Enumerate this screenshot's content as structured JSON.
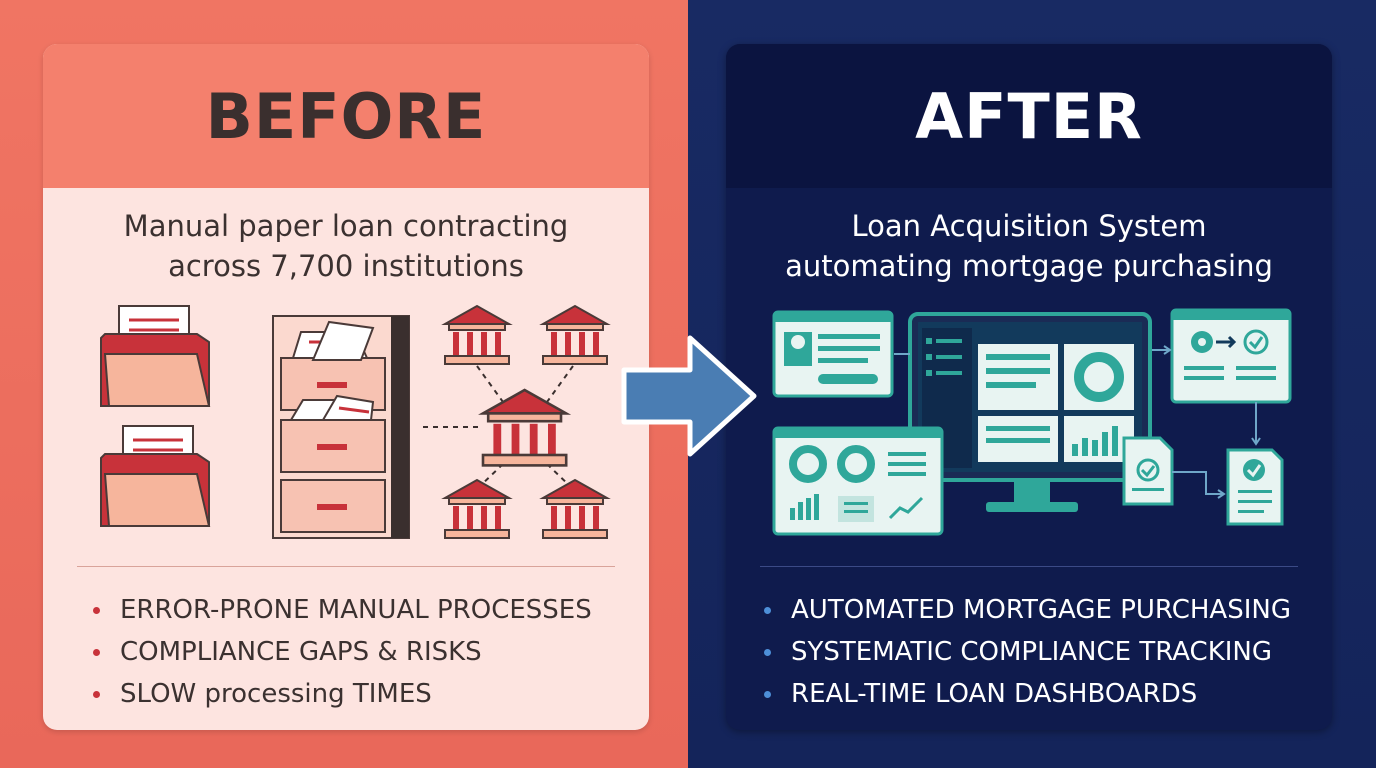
{
  "before": {
    "title": "BEFORE",
    "subtitle_line1": "Manual paper loan contracting",
    "subtitle_line2": "across 7,700 institutions",
    "bullets": [
      "ERROR-PRONE MANUAL PROCESSES",
      "COMPLIANCE GAPS & RISKS",
      "SLOW processing TIMES"
    ],
    "colors": {
      "background": "#ee6f5e",
      "panel": "#fde4e0",
      "header": "#f4806d",
      "accent": "#c8323a"
    }
  },
  "after": {
    "title": "AFTER",
    "subtitle_line1": "Loan Acquisition System",
    "subtitle_line2": "automating mortgage purchasing",
    "bullets": [
      "AUTOMATED MORTGAGE PURCHASING",
      "SYSTEMATIC COMPLIANCE TRACKING",
      "REAL-TIME LOAN DASHBOARDS"
    ],
    "colors": {
      "background": "#17285c",
      "panel": "#0f1b4d",
      "header": "#0b1440",
      "accent": "#2fa79a"
    }
  },
  "icons": {
    "before": [
      "folder-icon",
      "folder-icon",
      "filing-cabinet-icon",
      "bank-icon",
      "bank-icon",
      "bank-icon",
      "bank-icon",
      "bank-icon"
    ],
    "after": [
      "profile-card-icon",
      "monitor-dashboard-icon",
      "workflow-icon",
      "dashboard-card-icon",
      "document-check-icon",
      "document-check-icon"
    ],
    "transition": "right-arrow-icon"
  }
}
